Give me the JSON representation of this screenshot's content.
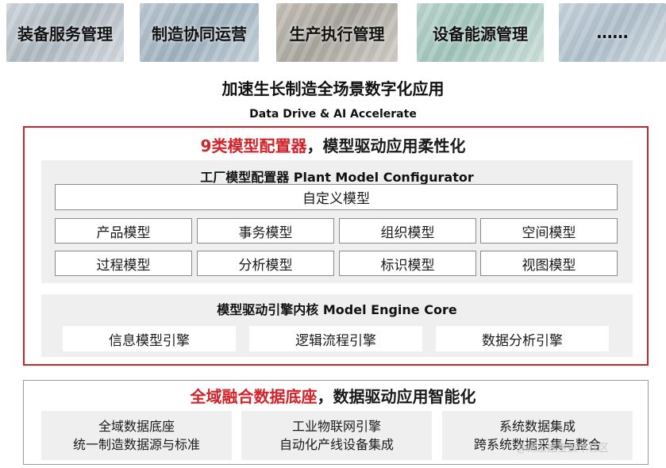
{
  "banner": {
    "tiles": [
      {
        "label": "装备服务管理"
      },
      {
        "label": "制造协同运营"
      },
      {
        "label": "生产执行管理"
      },
      {
        "label": "设备能源管理"
      },
      {
        "label": "……"
      }
    ]
  },
  "main": {
    "title": "加速生长制造全场景数字化应用",
    "subtitle": "Data Drive & AI Accelerate"
  },
  "configurator": {
    "heading_highlight": "9类模型配置器",
    "heading_rest": "，模型驱动应用柔性化",
    "plant": {
      "title": "工厂模型配置器 Plant Model Configurator",
      "custom_model": "自定义模型",
      "models": [
        "产品模型",
        "事务模型",
        "组织模型",
        "空间模型",
        "过程模型",
        "分析模型",
        "标识模型",
        "视图模型"
      ]
    },
    "engine": {
      "title": "模型驱动引擎内核 Model Engine Core",
      "engines": [
        "信息模型引擎",
        "逻辑流程引擎",
        "数据分析引擎"
      ]
    }
  },
  "data_platform": {
    "heading_highlight": "全域融合数据底座",
    "heading_rest": "，数据驱动应用智能化",
    "boxes": [
      {
        "line1": "全域数据底座",
        "line2": "统一制造数据源与标准"
      },
      {
        "line1": "工业物联网引擎",
        "line2": "自动化产线设备集成"
      },
      {
        "line1": "系统数据集成",
        "line2": "跨系统数据采集与整合"
      }
    ]
  },
  "watermark": "@稀土掘金技术社区"
}
